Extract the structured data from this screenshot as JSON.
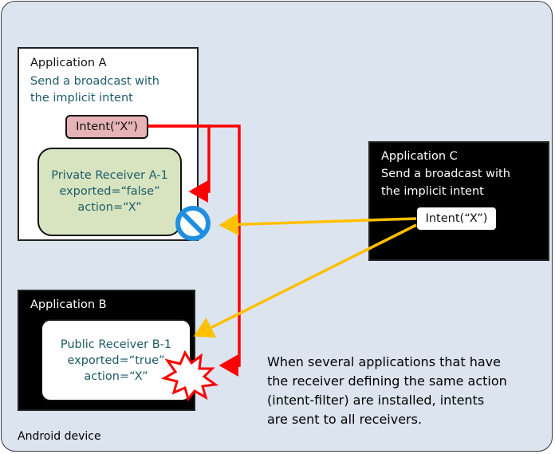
{
  "device": {
    "label": "Android device"
  },
  "app_a": {
    "title": "Application A",
    "subtitle_line1": "Send a broadcast with",
    "subtitle_line2": "the implicit intent",
    "intent_label": "Intent(“X”)",
    "receiver": {
      "line1": "Private Receiver A-1",
      "line2": "exported=“false”",
      "line3": "action=“X”"
    }
  },
  "app_b": {
    "title": "Application B",
    "receiver": {
      "line1": "Public Receiver B-1",
      "line2": "exported=“true”",
      "line3": "action=“X”"
    }
  },
  "app_c": {
    "title": "Application C",
    "subtitle_line1": "Send a broadcast  with",
    "subtitle_line2": "the implicit intent",
    "intent_label": "Intent(“X”)"
  },
  "note": {
    "line1": "When several applications that have",
    "line2": "the receiver defining the same action",
    "line3": "(intent-filter) are installed, intents",
    "line4": "are sent to all receivers."
  },
  "colors": {
    "red_arrow": "#ff0000",
    "orange_arrow": "#ffc000",
    "prohibit_icon": "#1f8fe0",
    "explosion": "#ff0000"
  },
  "icons": [
    "prohibited-icon",
    "explosion-icon"
  ]
}
